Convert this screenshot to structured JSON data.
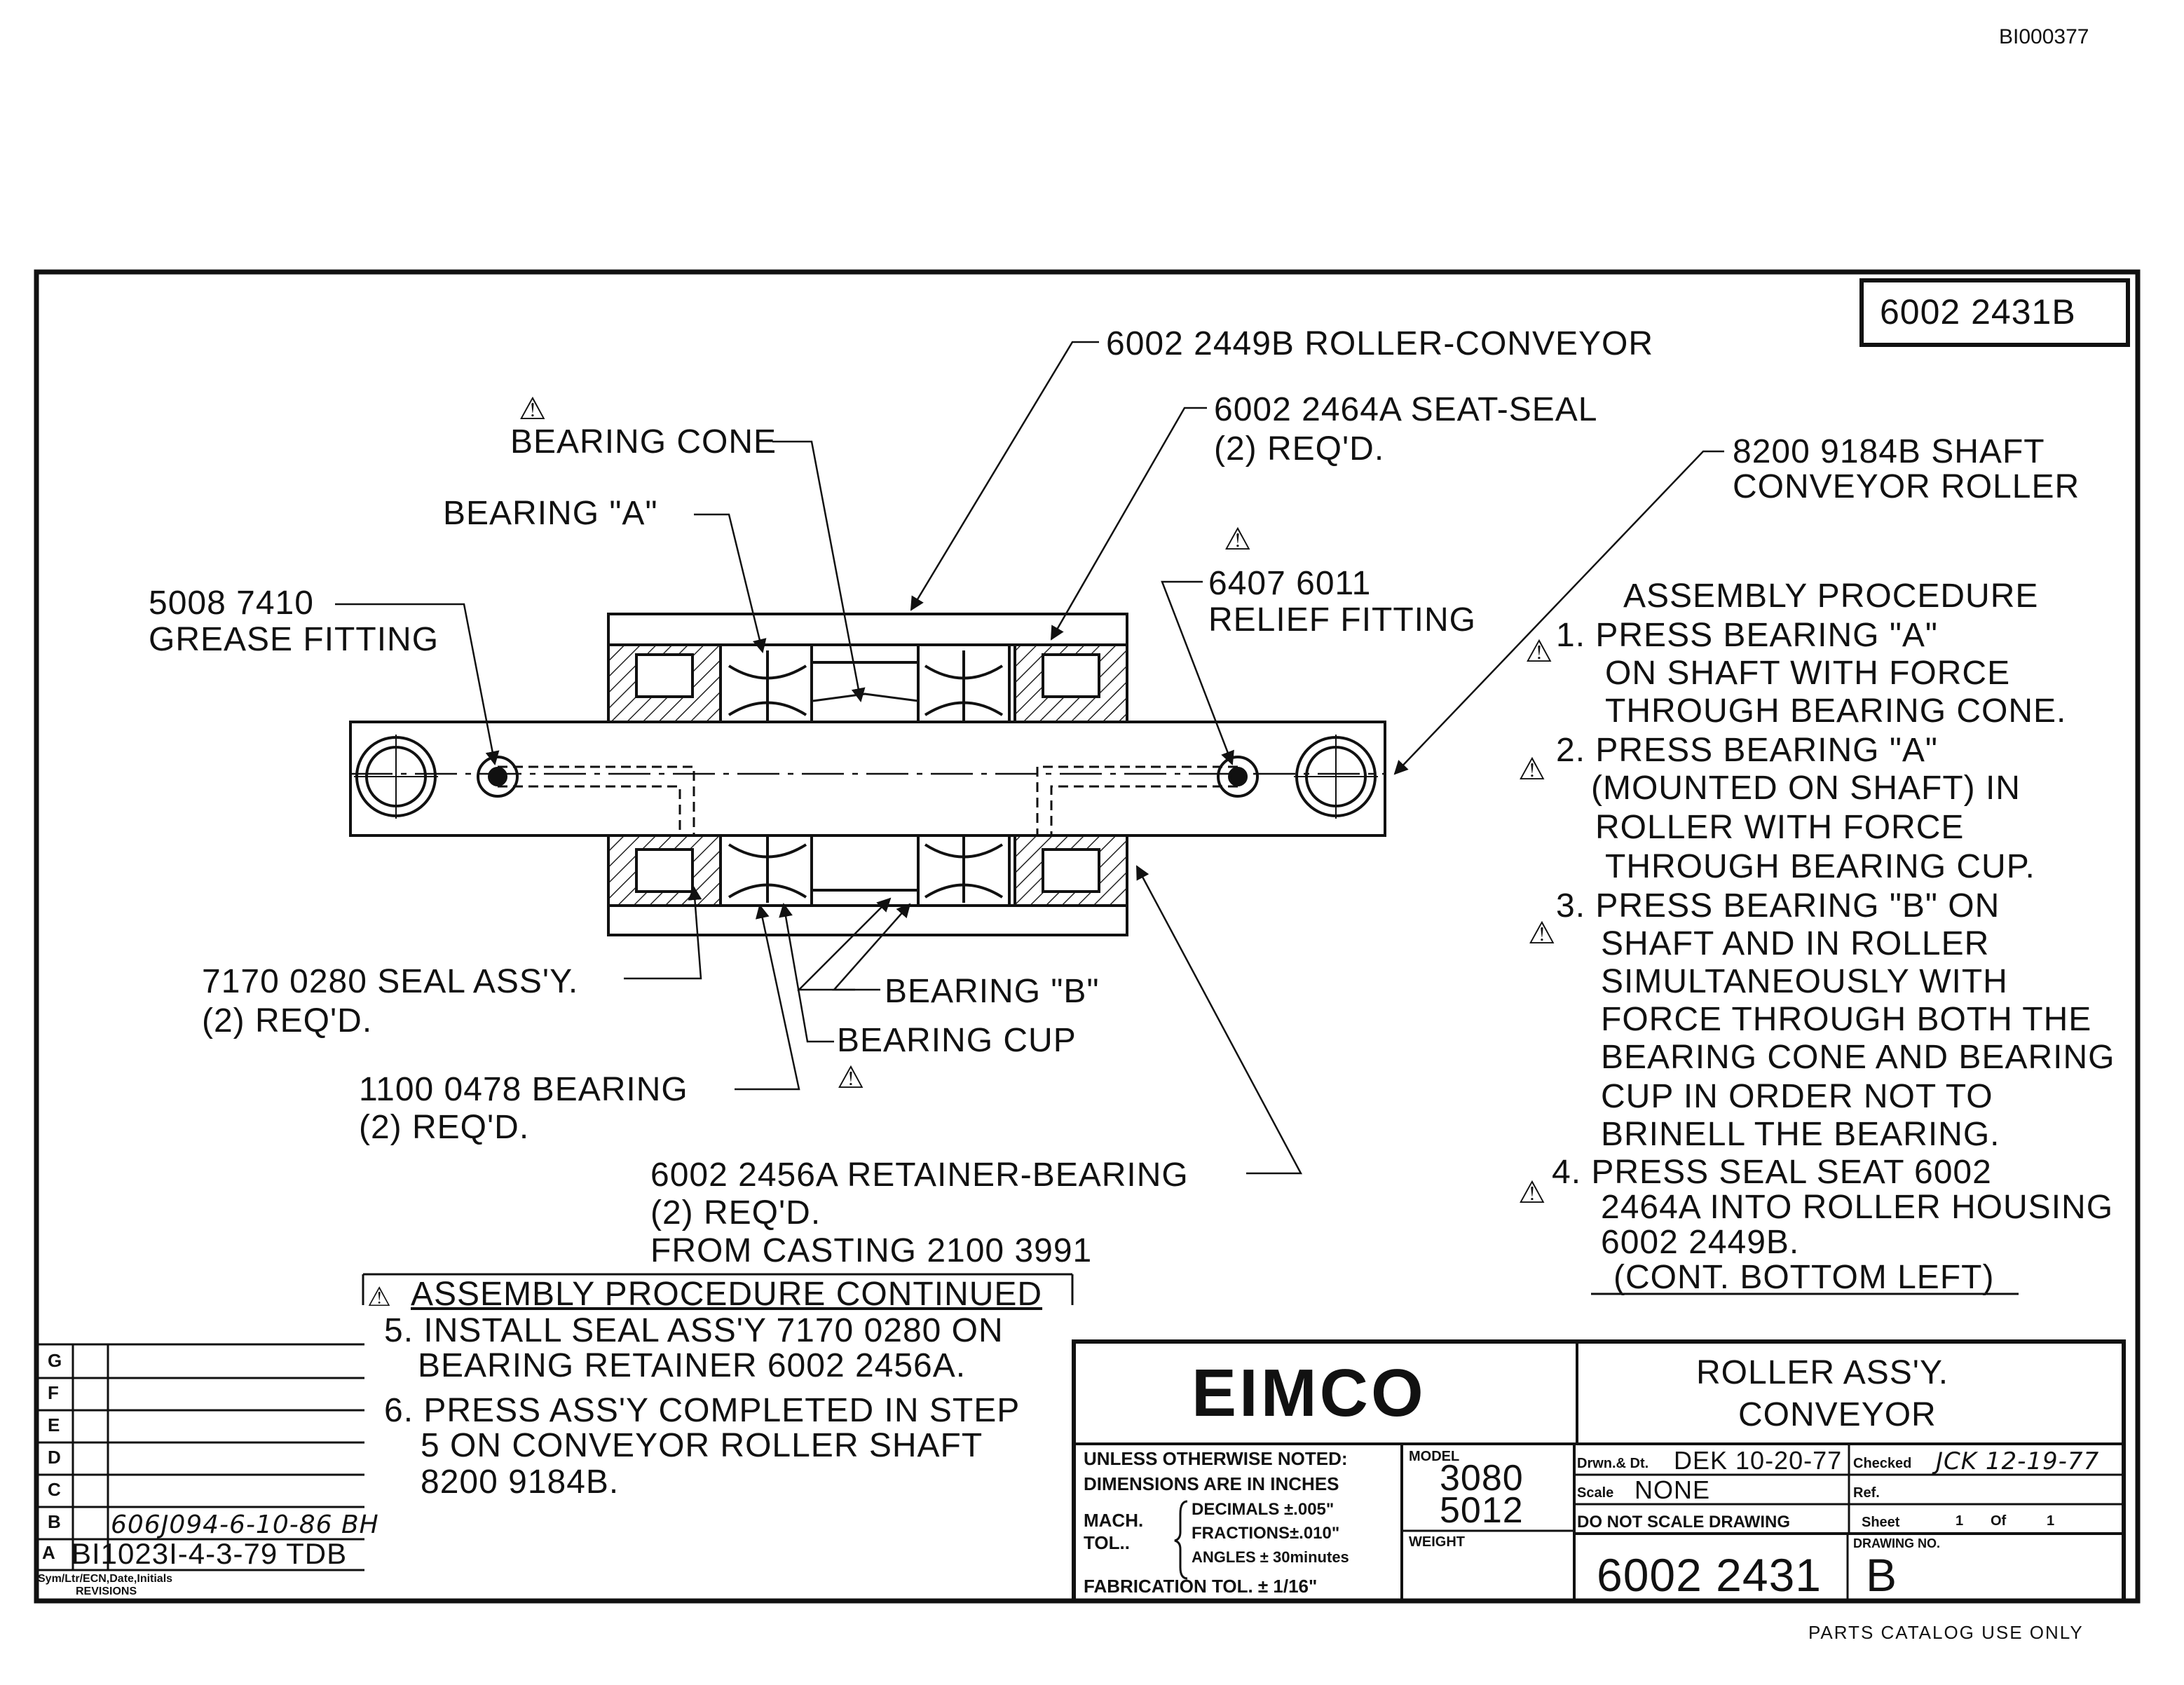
{
  "header": {
    "doc_id": "BI000377",
    "drawing_box": "6002 2431B"
  },
  "callouts": {
    "roller_conveyor": "6002 2449B ROLLER-CONVEYOR",
    "seat_seal": "6002 2464A SEAT-SEAL",
    "seat_seal_qty": "(2) REQ'D.",
    "shaft_line1": "8200 9184B SHAFT",
    "shaft_line2": "CONVEYOR ROLLER",
    "bearing_cone": "BEARING CONE",
    "bearing_a": "BEARING \"A\"",
    "grease_line1": "5008 7410",
    "grease_line2": "GREASE FITTING",
    "relief_line1": "6407 6011",
    "relief_line2": "RELIEF FITTING",
    "seal_assy_line1": "7170 0280 SEAL ASS'Y.",
    "seal_assy_line2": "(2) REQ'D.",
    "bearing_b": "BEARING \"B\"",
    "bearing_cup": "BEARING CUP",
    "bearing_1100_line1": "1100 0478 BEARING",
    "bearing_1100_line2": "(2) REQ'D.",
    "retainer_line1": "6002 2456A RETAINER-BEARING",
    "retainer_line2": "(2) REQ'D.",
    "retainer_line3": "FROM CASTING 2100 3991",
    "warning_symbol": "⚠"
  },
  "procedure": {
    "title": "ASSEMBLY PROCEDURE",
    "steps": [
      "1. PRESS BEARING \"A\"",
      "ON SHAFT WITH FORCE",
      "THROUGH BEARING CONE.",
      "2. PRESS BEARING \"A\"",
      "(MOUNTED ON SHAFT) IN",
      "ROLLER WITH FORCE",
      "THROUGH BEARING CUP.",
      "3. PRESS BEARING \"B\" ON",
      "SHAFT AND IN ROLLER",
      "SIMULTANEOUSLY WITH",
      "FORCE THROUGH BOTH THE",
      "BEARING CONE AND BEARING",
      "CUP IN ORDER NOT TO",
      "BRINELL THE BEARING.",
      "4. PRESS SEAL SEAT 6002",
      "2464A INTO ROLLER HOUSING",
      "6002 2449B.",
      "(CONT. BOTTOM LEFT)"
    ]
  },
  "procedure_continued": {
    "title": "ASSEMBLY PROCEDURE CONTINUED",
    "lines": [
      "5. INSTALL SEAL ASS'Y 7170 0280 ON",
      "BEARING RETAINER 6002 2456A.",
      "6. PRESS ASS'Y COMPLETED IN STEP",
      "5 ON CONVEYOR ROLLER SHAFT",
      "8200 9184B."
    ]
  },
  "revisions": {
    "letters": [
      "G",
      "F",
      "E",
      "D",
      "C",
      "B",
      "A"
    ],
    "entry_b": "606J094-6-10-86 BH",
    "entry_a": "BI1023I-4-3-79 TDB",
    "footer_line1": "Sym/Ltr/ECN,Date,Initials",
    "footer_line2": "REVISIONS"
  },
  "title_block": {
    "company": "EIMCO",
    "title_line1": "ROLLER ASS'Y.",
    "title_line2": "CONVEYOR",
    "unless_line1": "UNLESS OTHERWISE NOTED:",
    "unless_line2": "DIMENSIONS ARE IN INCHES",
    "mach": "MACH.",
    "tol": "TOL..",
    "decimals": "DECIMALS ±.005\"",
    "fractions": "FRACTIONS±.010\"",
    "angles": "ANGLES ± 30minutes",
    "fabrication": "FABRICATION TOL. ± 1/16\"",
    "model_label": "MODEL",
    "model_1": "3080",
    "model_2": "5012",
    "weight_label": "WEIGHT",
    "drwn_label": "Drwn.& Dt.",
    "drwn_value": "DEK 10-20-77",
    "checked_label": "Checked",
    "checked_value": "JCK 12-19-77",
    "scale_label": "Scale",
    "scale_value": "NONE",
    "ref_label": "Ref.",
    "no_scale": "DO NOT SCALE DRAWING",
    "sheet_label": "Sheet",
    "sheet_num": "1",
    "of_label": "Of",
    "sheet_total": "1",
    "drawing_no_label": "DRAWING NO.",
    "drawing_no": "6002 2431",
    "revision": "B"
  },
  "footer": {
    "parts_catalog": "PARTS CATALOG USE ONLY"
  }
}
